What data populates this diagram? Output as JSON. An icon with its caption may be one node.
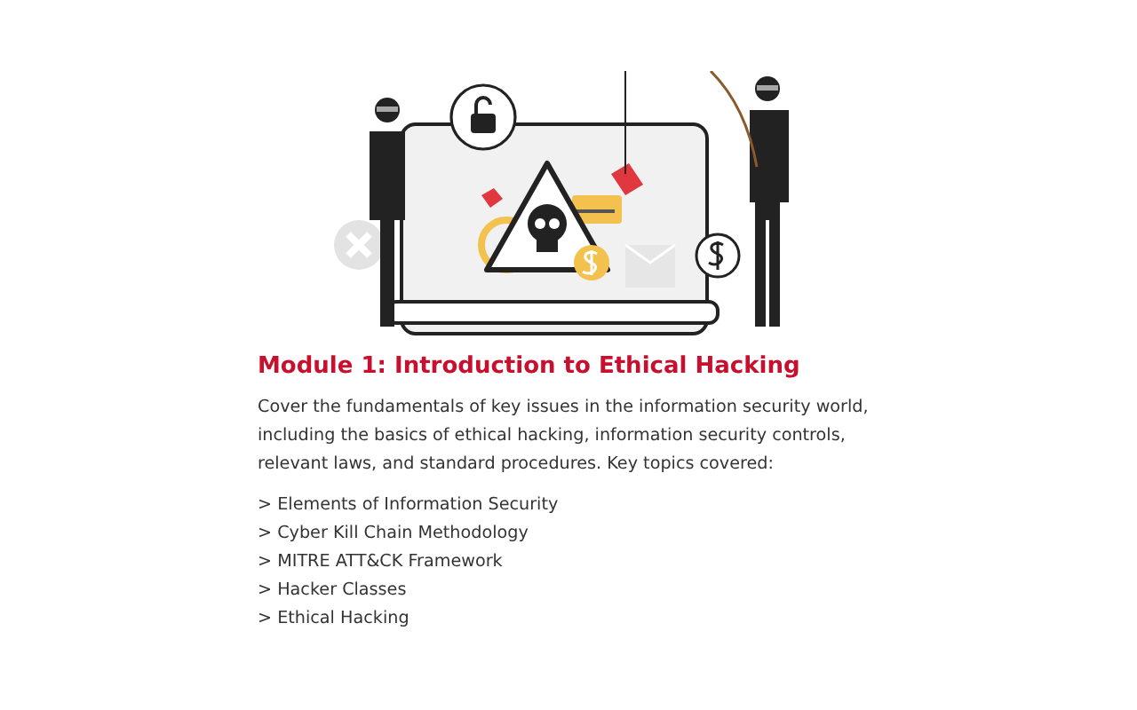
{
  "diagram": {
    "title": "Module 1: Introduction to Ethical Hacking",
    "labels": [
      "Cover the fundamentals of key issues in the information security world, including the basics of ethical hacking, information security controls, relevant laws, and standard procedures. Key topics covered:",
      "> Elements of Information Security",
      "> Cyber Kill Chain Methodology",
      "> MITRE ATT&CK Framework",
      "> Hacker Classes",
      "> Ethical Hacking"
    ]
  }
}
